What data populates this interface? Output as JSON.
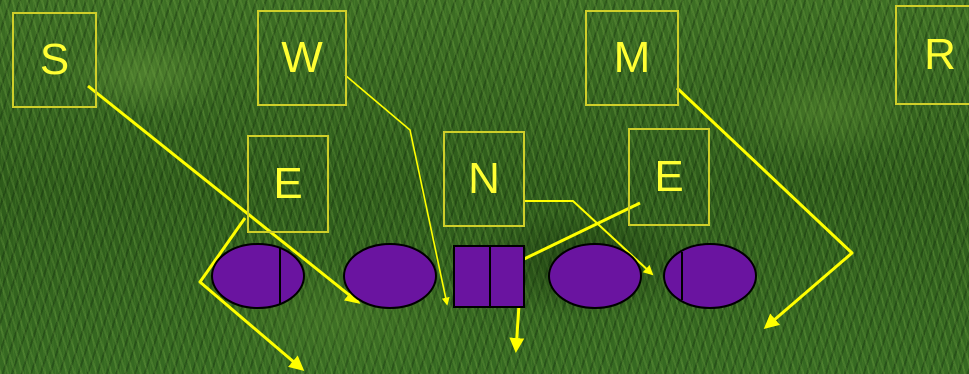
{
  "labels": {
    "s": "S",
    "w": "W",
    "m": "M",
    "r": "R",
    "e1": "E",
    "n": "N",
    "e2": "E"
  },
  "colors": {
    "label_text": "#ffff33",
    "label_border": "#cfcf2a",
    "player_fill": "#6a14a0",
    "arrow": "#ffff00"
  }
}
